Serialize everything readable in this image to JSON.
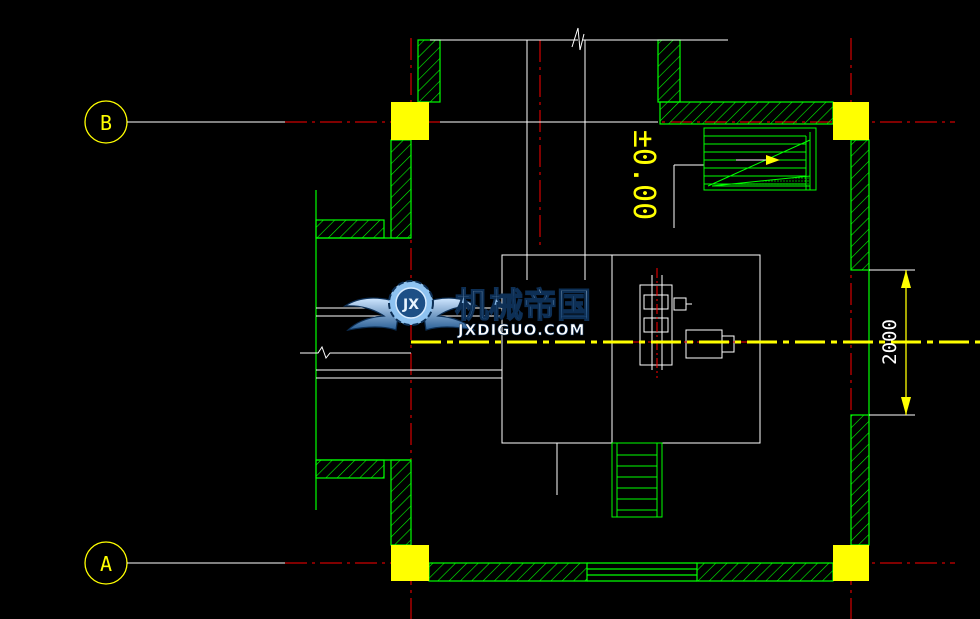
{
  "drawing": {
    "grid_labels": {
      "top": "B",
      "bottom": "A"
    },
    "elevation_label": "±0.00",
    "dimension_label": "2000"
  },
  "watermark": {
    "title": "机械帝国",
    "subtitle": "JXDIGUO.COM",
    "emblem_letters": "JX"
  },
  "colors": {
    "background": "#000000",
    "wall": "#00FF00",
    "column": "#FFFF00",
    "axis": "#FF0000",
    "line": "#FFFFFF",
    "dimension": "#FFFF00"
  }
}
